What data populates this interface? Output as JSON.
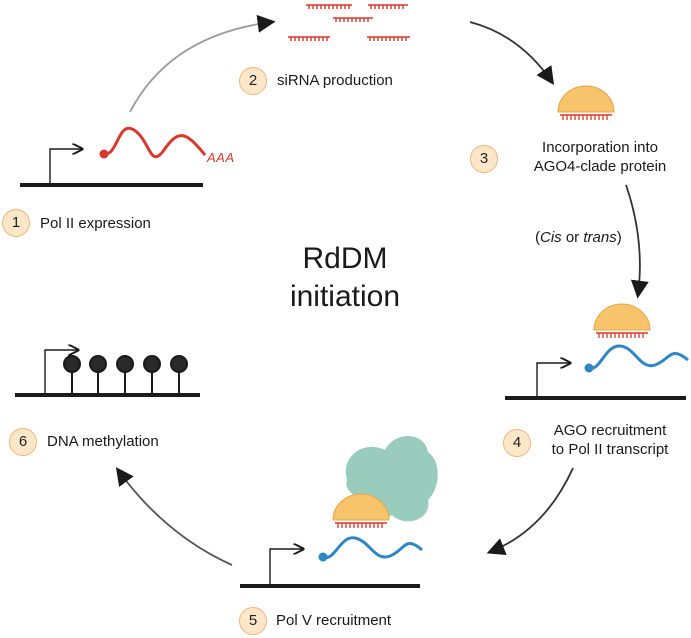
{
  "title_line1": "RdDM",
  "title_line2": "initiation",
  "steps": [
    {
      "num": "1",
      "label": "Pol II expression"
    },
    {
      "num": "2",
      "label": "siRNA production"
    },
    {
      "num": "3",
      "label_line1": "Incorporation into",
      "label_line2": "AGO4-clade protein"
    },
    {
      "num": "4",
      "label_line1": "AGO recruitment",
      "label_line2": "to Pol II transcript"
    },
    {
      "num": "5",
      "label": "Pol V recruitment"
    },
    {
      "num": "6",
      "label": "DNA methylation"
    }
  ],
  "cis_trans": {
    "open": "(",
    "cis": "Cis",
    "or": " or ",
    "trans": "trans",
    "close": ")"
  },
  "polya_label": "AAA",
  "colors": {
    "rna_red": "#d9382c",
    "rna_blue": "#2f86c6",
    "ago_yellow": "#f7c36b",
    "ago_outline": "#e8a446",
    "polv_green": "#8fc7b6",
    "badge_fill": "#fde7c9",
    "badge_border": "#f3b47a",
    "dna": "#1a1a1a"
  }
}
